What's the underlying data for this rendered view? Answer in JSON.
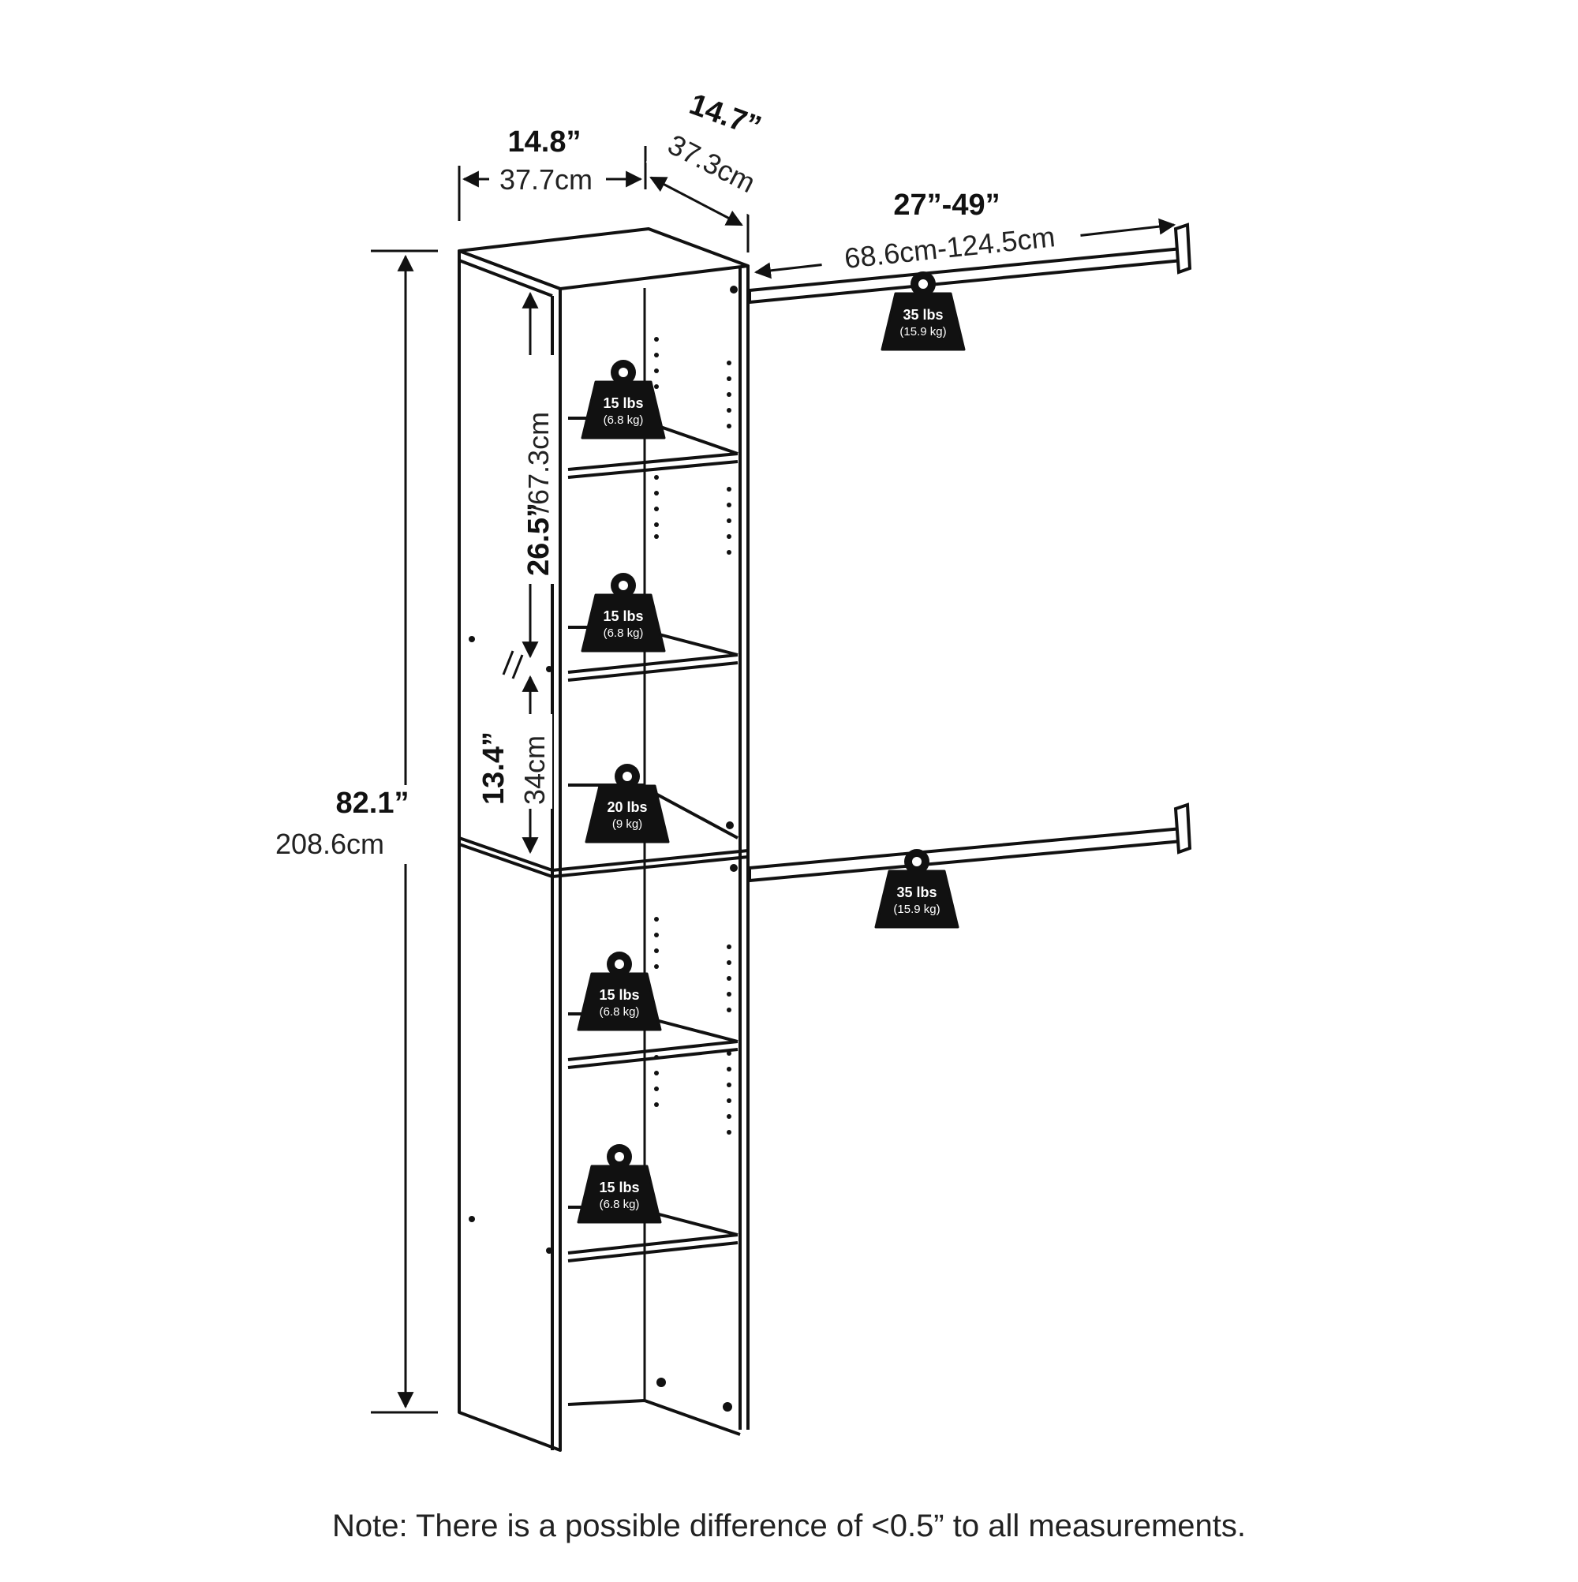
{
  "dimensions": {
    "width_in": "14.8”",
    "width_cm": "37.7cm",
    "depth_in": "14.7”",
    "depth_cm": "37.3cm",
    "rod_in": "27”-49”",
    "rod_cm": "68.6cm-124.5cm",
    "height_in": "82.1”",
    "height_cm": "208.6cm",
    "upper_shelf_in": "26.5”",
    "upper_shelf_cm": "/67.3cm",
    "lower_shelf_in": "13.4”",
    "lower_shelf_cm": "34cm"
  },
  "weights": {
    "rod_top": {
      "lbs": "35 lbs",
      "kg": "(15.9 kg)"
    },
    "rod_bottom": {
      "lbs": "35 lbs",
      "kg": "(15.9 kg)"
    },
    "shelf_1": {
      "lbs": "15 lbs",
      "kg": "(6.8 kg)"
    },
    "shelf_2": {
      "lbs": "15 lbs",
      "kg": "(6.8 kg)"
    },
    "shelf_3": {
      "lbs": "20 lbs",
      "kg": "(9 kg)"
    },
    "shelf_4": {
      "lbs": "15 lbs",
      "kg": "(6.8 kg)"
    },
    "shelf_5": {
      "lbs": "15 lbs",
      "kg": "(6.8 kg)"
    }
  },
  "note": "Note: There is a possible difference of <0.5” to all measurements."
}
